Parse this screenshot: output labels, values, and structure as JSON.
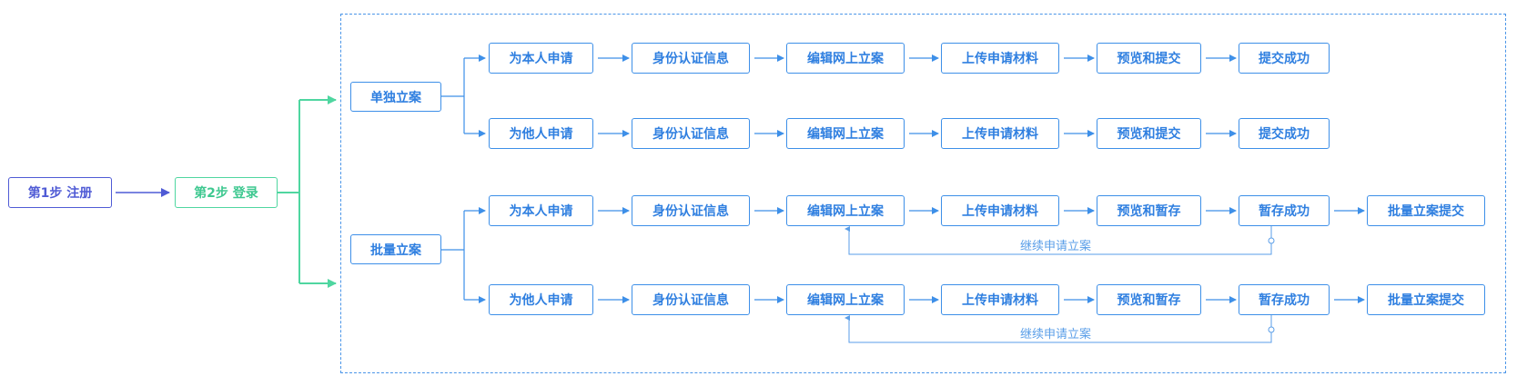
{
  "steps": {
    "register": "第1步 注册",
    "login": "第2步 登录"
  },
  "groups": {
    "single": "单独立案",
    "batch": "批量立案"
  },
  "rows": [
    [
      "为本人申请",
      "身份认证信息",
      "编辑网上立案",
      "上传申请材料",
      "预览和提交",
      "提交成功"
    ],
    [
      "为他人申请",
      "身份认证信息",
      "编辑网上立案",
      "上传申请材料",
      "预览和提交",
      "提交成功"
    ],
    [
      "为本人申请",
      "身份认证信息",
      "编辑网上立案",
      "上传申请材料",
      "预览和暂存",
      "暂存成功",
      "批量立案提交"
    ],
    [
      "为他人申请",
      "身份认证信息",
      "编辑网上立案",
      "上传申请材料",
      "预览和暂存",
      "暂存成功",
      "批量立案提交"
    ]
  ],
  "loop_label": "继续申请立案",
  "colors": {
    "blue": "#3d8fe8",
    "register": "#4f5bd5",
    "login": "#4fd6a0"
  }
}
